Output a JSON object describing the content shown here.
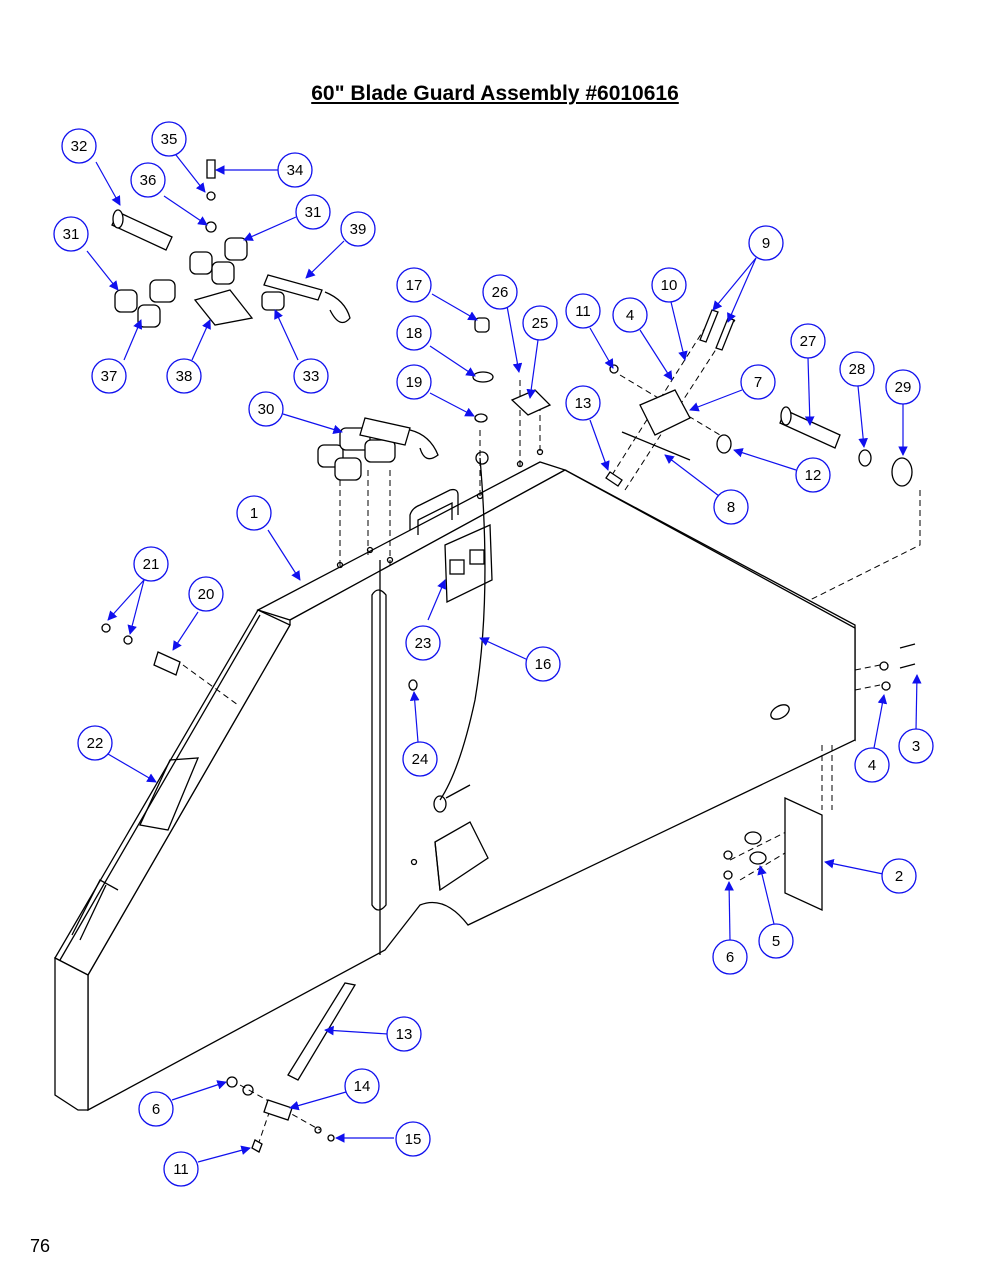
{
  "title": "60\" Blade Guard Assembly #6010616",
  "page_number": "76",
  "arrow_color": "#1010ee",
  "callouts": [
    "32",
    "35",
    "34",
    "36",
    "31",
    "39",
    "31",
    "37",
    "38",
    "33",
    "17",
    "26",
    "25",
    "11",
    "4",
    "10",
    "9",
    "18",
    "19",
    "13",
    "7",
    "27",
    "28",
    "29",
    "12",
    "8",
    "30",
    "1",
    "21",
    "20",
    "23",
    "16",
    "22",
    "24",
    "3",
    "4",
    "2",
    "6",
    "5",
    "13",
    "14",
    "6",
    "15",
    "11"
  ]
}
